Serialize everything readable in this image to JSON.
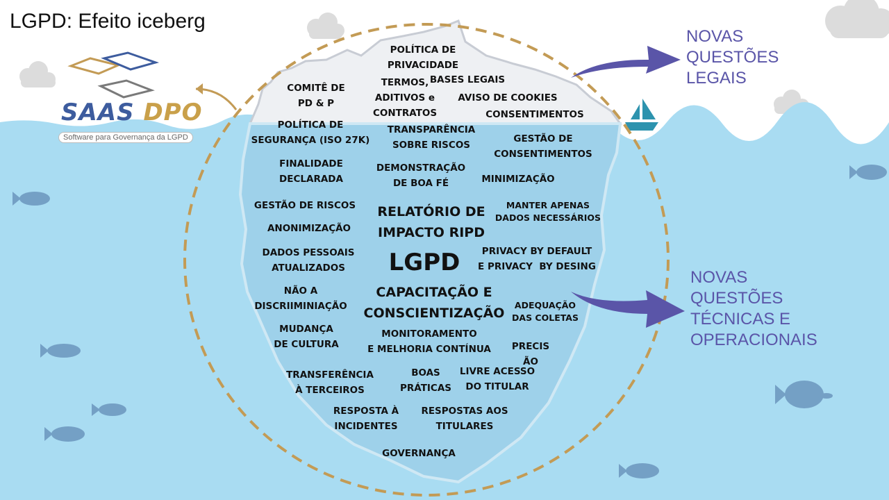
{
  "title": "LGPD: Efeito iceberg",
  "logo": {
    "word_part1": "SAAS",
    "word_part2": "DPO",
    "tagline": "Software para Governança da LGPD"
  },
  "side_labels": {
    "legal": "NOVAS\nQUESTÕES\nLEGAIS",
    "technical": "NOVAS\nQUESTÕES\nTÉCNICAS E\nOPERACIONAIS"
  },
  "iceberg_items": [
    "POLÍTICA DE\nPRIVACIDADE",
    "BASES LEGAIS",
    "COMITÊ DE\nPD & P",
    "TERMOS,\nADITIVOS e\nCONTRATOS",
    "AVISO DE COOKIES",
    "CONSENTIMENTOS",
    "POLÍTICA DE\nSEGURANÇA (ISO 27K)",
    "TRANSPARÊNCIA\nSOBRE RISCOS",
    "GESTÃO DE\nCONSENTIMENTOS",
    "FINALIDADE\nDECLARADA",
    "DEMONSTRAÇÃO\nDE BOA FÉ",
    "MINIMIZAÇÃO",
    "GESTÃO DE RISCOS",
    "RELATÓRIO DE\nIMPACTO RIPD",
    "MANTER APENAS\nDADOS NECESSÁRIOS",
    "ANONIMIZAÇÃO",
    "DADOS PESSOAIS\nATUALIZADOS",
    "LGPD",
    "PRIVACY BY DEFAULT\nE PRIVACY  BY DESING",
    "NÃO A\nDISCRIIMINIAÇÃO",
    "CAPACITAÇÃO E\nCONSCIENTIZAÇÃO",
    "ADEQUAÇÃO\nDAS COLETAS",
    "MUDANÇA\nDE CULTURA",
    "MONITORAMENTO\nE MELHORIA CONTÍNUA",
    "PRECIS\nÃO",
    "TRANSFERÊNCIA\nÀ TERCEIROS",
    "BOAS\nPRÁTICAS",
    "LIVRE ACESSO\nDO TITULAR",
    "RESPOSTA À\nINCIDENTES",
    "RESPOSTAS AOS\nTITULARES",
    "GOVERNANÇA"
  ],
  "colors": {
    "water": "#a9dcf2",
    "ice_top": "#eef0f3",
    "ice_under": "#9ed1ea",
    "circle": "#c39b55",
    "arrow": "#5a55a8",
    "fish": "#6b95bd",
    "boat": "#2d93ae"
  }
}
